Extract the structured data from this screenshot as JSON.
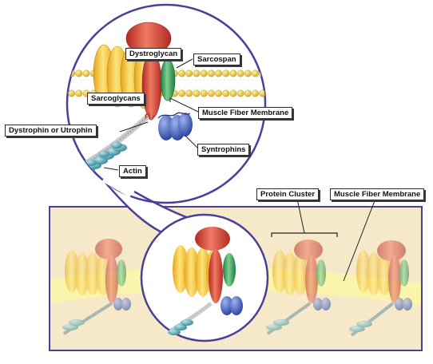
{
  "labels": {
    "dystroglycan": "Dystroglycan",
    "sarcospan": "Sarcospan",
    "sarcoglycans": "Sarcoglycans",
    "muscle_fiber_membrane_top": "Muscle Fiber Membrane",
    "dystrophin_or_utrophin": "Dystrophin or Utrophin",
    "syntrophins": "Syntrophins",
    "actin": "Actin",
    "protein_cluster": "Protein Cluster",
    "muscle_fiber_membrane_bottom": "Muscle Fiber Membrane"
  },
  "colors": {
    "outline": "#4a3f9a",
    "panel_fill": "#f6e9c9",
    "membrane_band": "#fbf6a8",
    "lipid_bead": "#e9c93f",
    "sarcoglycan_yellow": "#f5c02e",
    "dystroglycan_red": "#d9473c",
    "sarcospan_green": "#2e9a5b",
    "syntrophin_blue": "#2f4fb0",
    "actin_teal": "#4aa6b8"
  }
}
